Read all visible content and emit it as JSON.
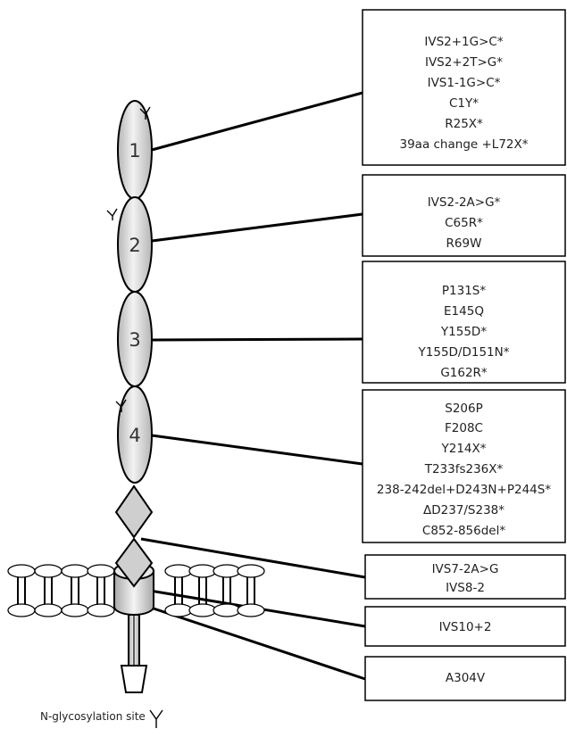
{
  "domains": [
    {
      "number": "1"
    },
    {
      "number": "2"
    },
    {
      "number": "3"
    },
    {
      "number": "4"
    }
  ],
  "mutation_groups": [
    {
      "mutations": [
        "IVS2+1G>C*",
        "IVS2+2T>G*",
        "IVS1-1G>C*",
        "C1Y*",
        "R25X*",
        "39aa change +L72X*"
      ]
    },
    {
      "mutations": [
        "IVS2-2A>G*",
        "C65R*",
        "R69W"
      ]
    },
    {
      "mutations": [
        "P131S*",
        "E145Q",
        "Y155D*",
        "Y155D/D151N*",
        "G162R*"
      ]
    },
    {
      "mutations": [
        "S206P",
        "F208C",
        "Y214X*",
        "T233fs236X*",
        "238-242del+D243N+P244S*",
        "ΔD237/S238*",
        "C852-856del*"
      ]
    },
    {
      "mutations": [
        "IVS7-2A>G",
        "IVS8-2"
      ]
    },
    {
      "mutations": [
        "IVS10+2"
      ]
    },
    {
      "mutations": [
        "A304V"
      ]
    }
  ],
  "legend": {
    "label": "N-glycosylation site",
    "icon": "glycosylation-y-icon"
  },
  "colors": {
    "domain_fill_light": "#f2f2f2",
    "domain_fill_dark": "#b5b5b5",
    "outline": "#000000"
  }
}
